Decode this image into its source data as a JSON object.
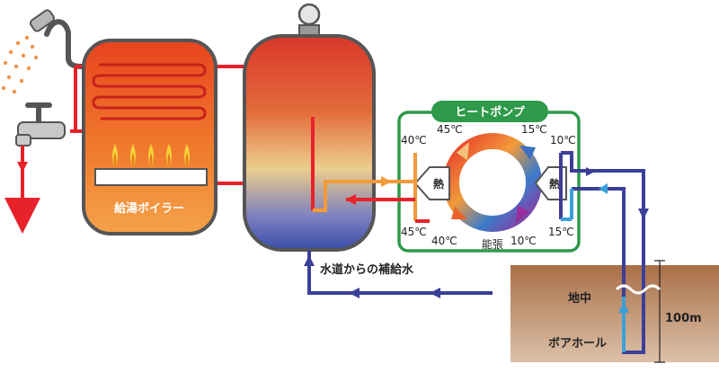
{
  "boiler": {
    "label": "給湯ボイラー"
  },
  "heat_pump": {
    "title": "ヒートポンプ",
    "left_box_label": "熱",
    "right_box_label": "熱",
    "cycle_label": "能張"
  },
  "temperatures": {
    "left_top": "40℃",
    "left_bottom": "45℃",
    "ring_top_left": "45℃",
    "ring_top_right": "15℃",
    "ring_bottom_left": "40℃",
    "ring_bottom_right": "10℃",
    "right_top": "10℃",
    "right_bottom": "15℃"
  },
  "water_supply_label": "水道からの補給水",
  "ground": {
    "label": "地中",
    "borehole_label": "ボアホール",
    "depth_label": "100m"
  },
  "colors": {
    "hot_pipe": "#e8222a",
    "cold_pipe": "#3c3f98",
    "heat_pump_border": "#2e9a4a",
    "ground": "#b07a56"
  }
}
